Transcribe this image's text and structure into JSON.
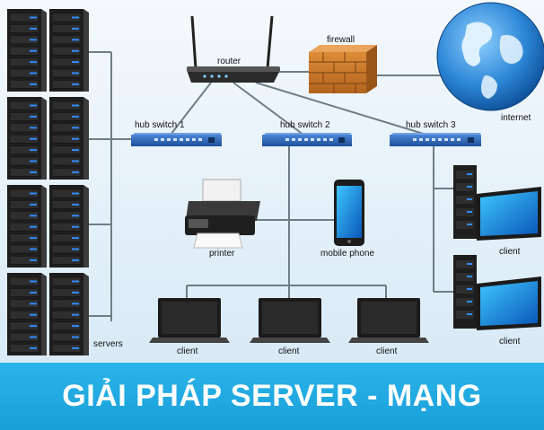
{
  "labels": {
    "router": "router",
    "firewall": "firewall",
    "internet": "internet",
    "hub_switch_1": "hub switch 1",
    "hub_switch_2": "hub switch 2",
    "hub_switch_3": "hub switch 3",
    "printer": "printer",
    "mobile_phone": "mobile phone",
    "servers": "servers",
    "client_bottom_1": "client",
    "client_bottom_2": "client",
    "client_bottom_3": "client",
    "client_right_1": "client",
    "client_right_2": "client"
  },
  "banner": {
    "title": "GIẢI PHÁP SERVER - MẠNG"
  },
  "colors": {
    "banner": "#1fa7e0",
    "switch": "#2e67b8",
    "firewall": "#c8782a",
    "wire": "#6f7d86",
    "background": "#e9f3fa"
  },
  "icons": [
    "server-rack-icon",
    "router-icon",
    "firewall-icon",
    "globe-icon",
    "switch-icon",
    "printer-icon",
    "phone-icon",
    "laptop-icon",
    "monitor-icon",
    "tower-pc-icon"
  ]
}
